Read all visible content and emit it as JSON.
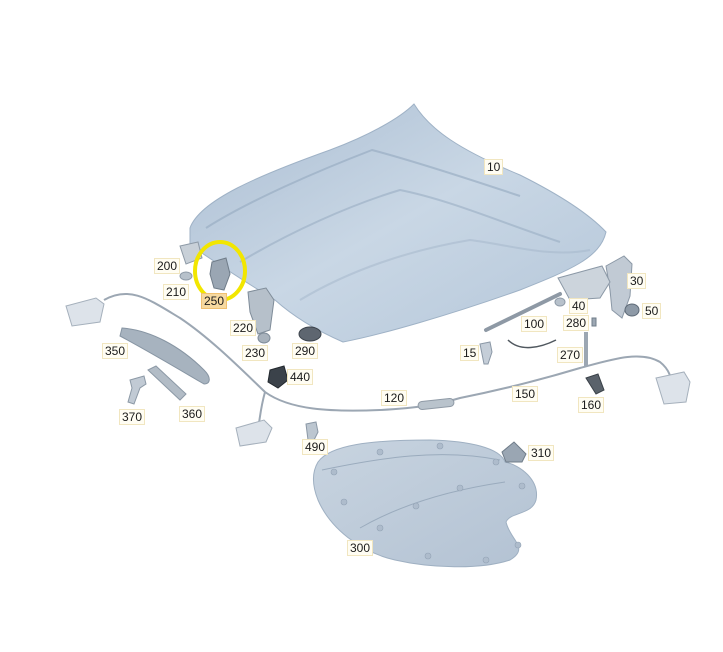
{
  "diagram": {
    "highlight_color": "#f2e600",
    "part_color": "#c9d6e4",
    "labels": [
      {
        "id": "p10",
        "text": "10"
      },
      {
        "id": "p200",
        "text": "200"
      },
      {
        "id": "p210",
        "text": "210"
      },
      {
        "id": "p250",
        "text": "250",
        "highlight": true
      },
      {
        "id": "p220",
        "text": "220"
      },
      {
        "id": "p230",
        "text": "230"
      },
      {
        "id": "p290",
        "text": "290"
      },
      {
        "id": "p440",
        "text": "440"
      },
      {
        "id": "p350",
        "text": "350"
      },
      {
        "id": "p370",
        "text": "370"
      },
      {
        "id": "p360",
        "text": "360"
      },
      {
        "id": "p120",
        "text": "120"
      },
      {
        "id": "p490",
        "text": "490"
      },
      {
        "id": "p300",
        "text": "300"
      },
      {
        "id": "p310",
        "text": "310"
      },
      {
        "id": "p150",
        "text": "150"
      },
      {
        "id": "p160",
        "text": "160"
      },
      {
        "id": "p270",
        "text": "270"
      },
      {
        "id": "p15",
        "text": "15"
      },
      {
        "id": "p100",
        "text": "100"
      },
      {
        "id": "p280",
        "text": "280"
      },
      {
        "id": "p40",
        "text": "40"
      },
      {
        "id": "p30",
        "text": "30"
      },
      {
        "id": "p50",
        "text": "50"
      }
    ]
  }
}
